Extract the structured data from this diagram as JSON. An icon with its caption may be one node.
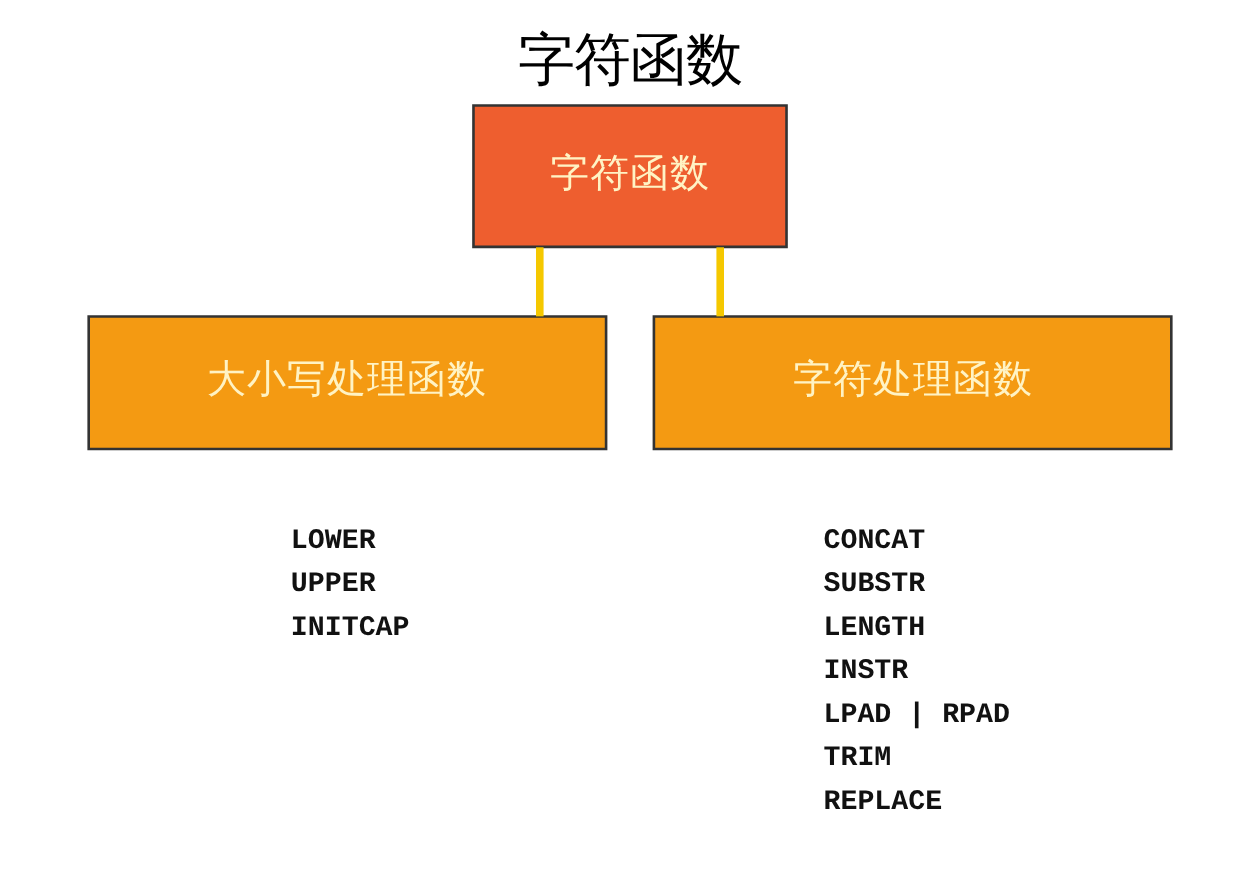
{
  "diagram": {
    "title": "字符函数",
    "nodes": [
      {
        "text": [
          "字符函数"
        ]
      },
      {
        "text": [
          "大小写处理函数"
        ],
        "beside": [
          "LOWER",
          "UPPER",
          "INITCAP"
        ]
      },
      {
        "text": [
          "字符处理函数"
        ],
        "beside": [
          "CONCAT",
          "SUBSTR",
          "LENGTH",
          "INSTR",
          "LPAD | RPAD",
          "TRIM",
          "REPLACE"
        ]
      }
    ],
    "edges": [
      {
        "from": 0,
        "to": 1,
        "arrow": "none"
      },
      {
        "from": 0,
        "to": 2,
        "arrow": "none"
      }
    ]
  }
}
